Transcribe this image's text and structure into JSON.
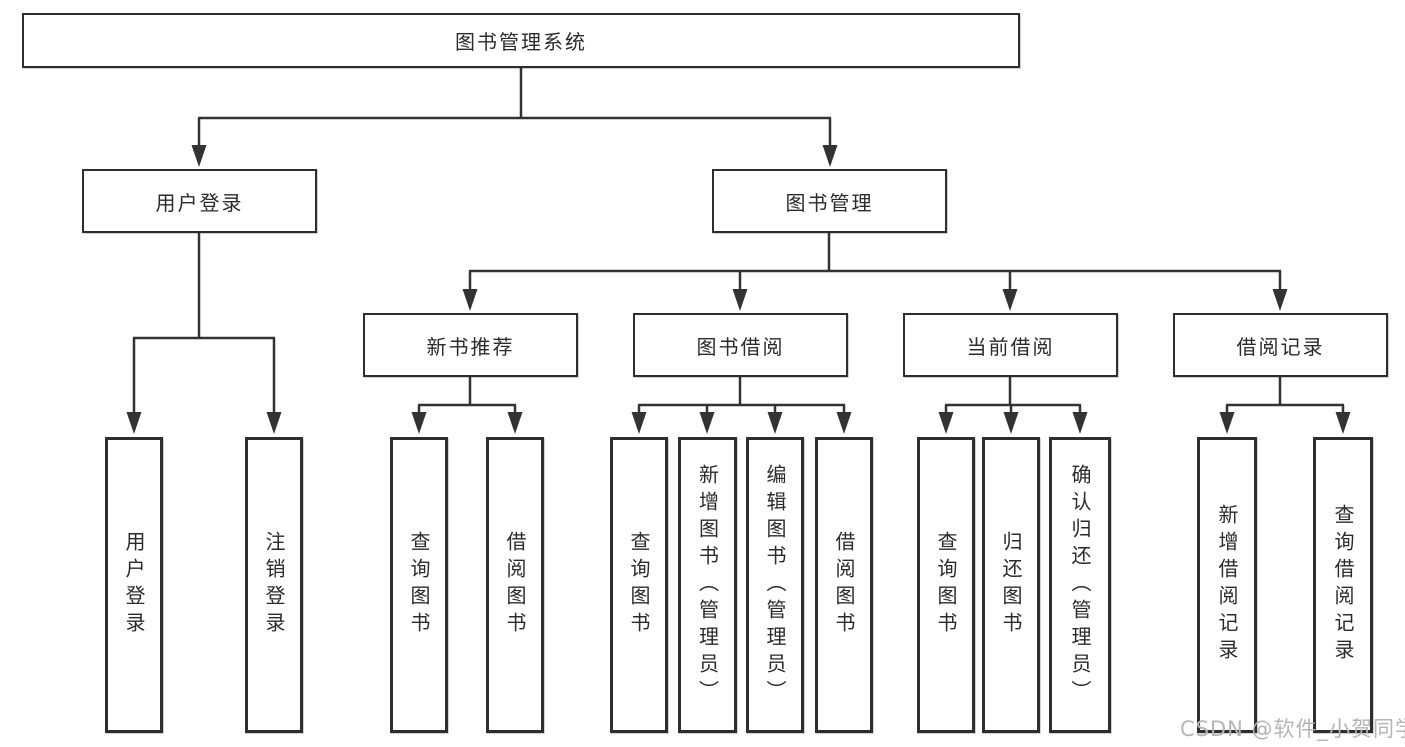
{
  "diagram": {
    "root": {
      "label": "图书管理系统"
    },
    "level2": {
      "user_login": {
        "label": "用户登录"
      },
      "book_mgmt": {
        "label": "图书管理"
      }
    },
    "level3": {
      "new_books": {
        "label": "新书推荐"
      },
      "borrowing": {
        "label": "图书借阅"
      },
      "current": {
        "label": "当前借阅"
      },
      "records": {
        "label": "借阅记录"
      }
    },
    "leaves": {
      "user_login_leaf": {
        "label": "用户登录"
      },
      "logout_leaf": {
        "label": "注销登录"
      },
      "nb_query": {
        "label": "查询图书"
      },
      "nb_borrow": {
        "label": "借阅图书"
      },
      "bw_query": {
        "label": "查询图书"
      },
      "bw_add": {
        "label": "新增图书（管理员）"
      },
      "bw_edit": {
        "label": "编辑图书（管理员）"
      },
      "bw_borrow": {
        "label": "借阅图书"
      },
      "cur_query": {
        "label": "查询图书"
      },
      "cur_return": {
        "label": "归还图书"
      },
      "cur_confirm": {
        "label": "确认归还（管理员）"
      },
      "rec_add": {
        "label": "新增借阅记录"
      },
      "rec_query": {
        "label": "查询借阅记录"
      }
    }
  },
  "watermark": {
    "text": "CSDN @软件_小贺同学"
  },
  "colors": {
    "line": "#333333",
    "border": "#2e2e2e",
    "text": "#2b2b2b",
    "watermark": "#b5b5b5",
    "background": "#ffffff"
  }
}
